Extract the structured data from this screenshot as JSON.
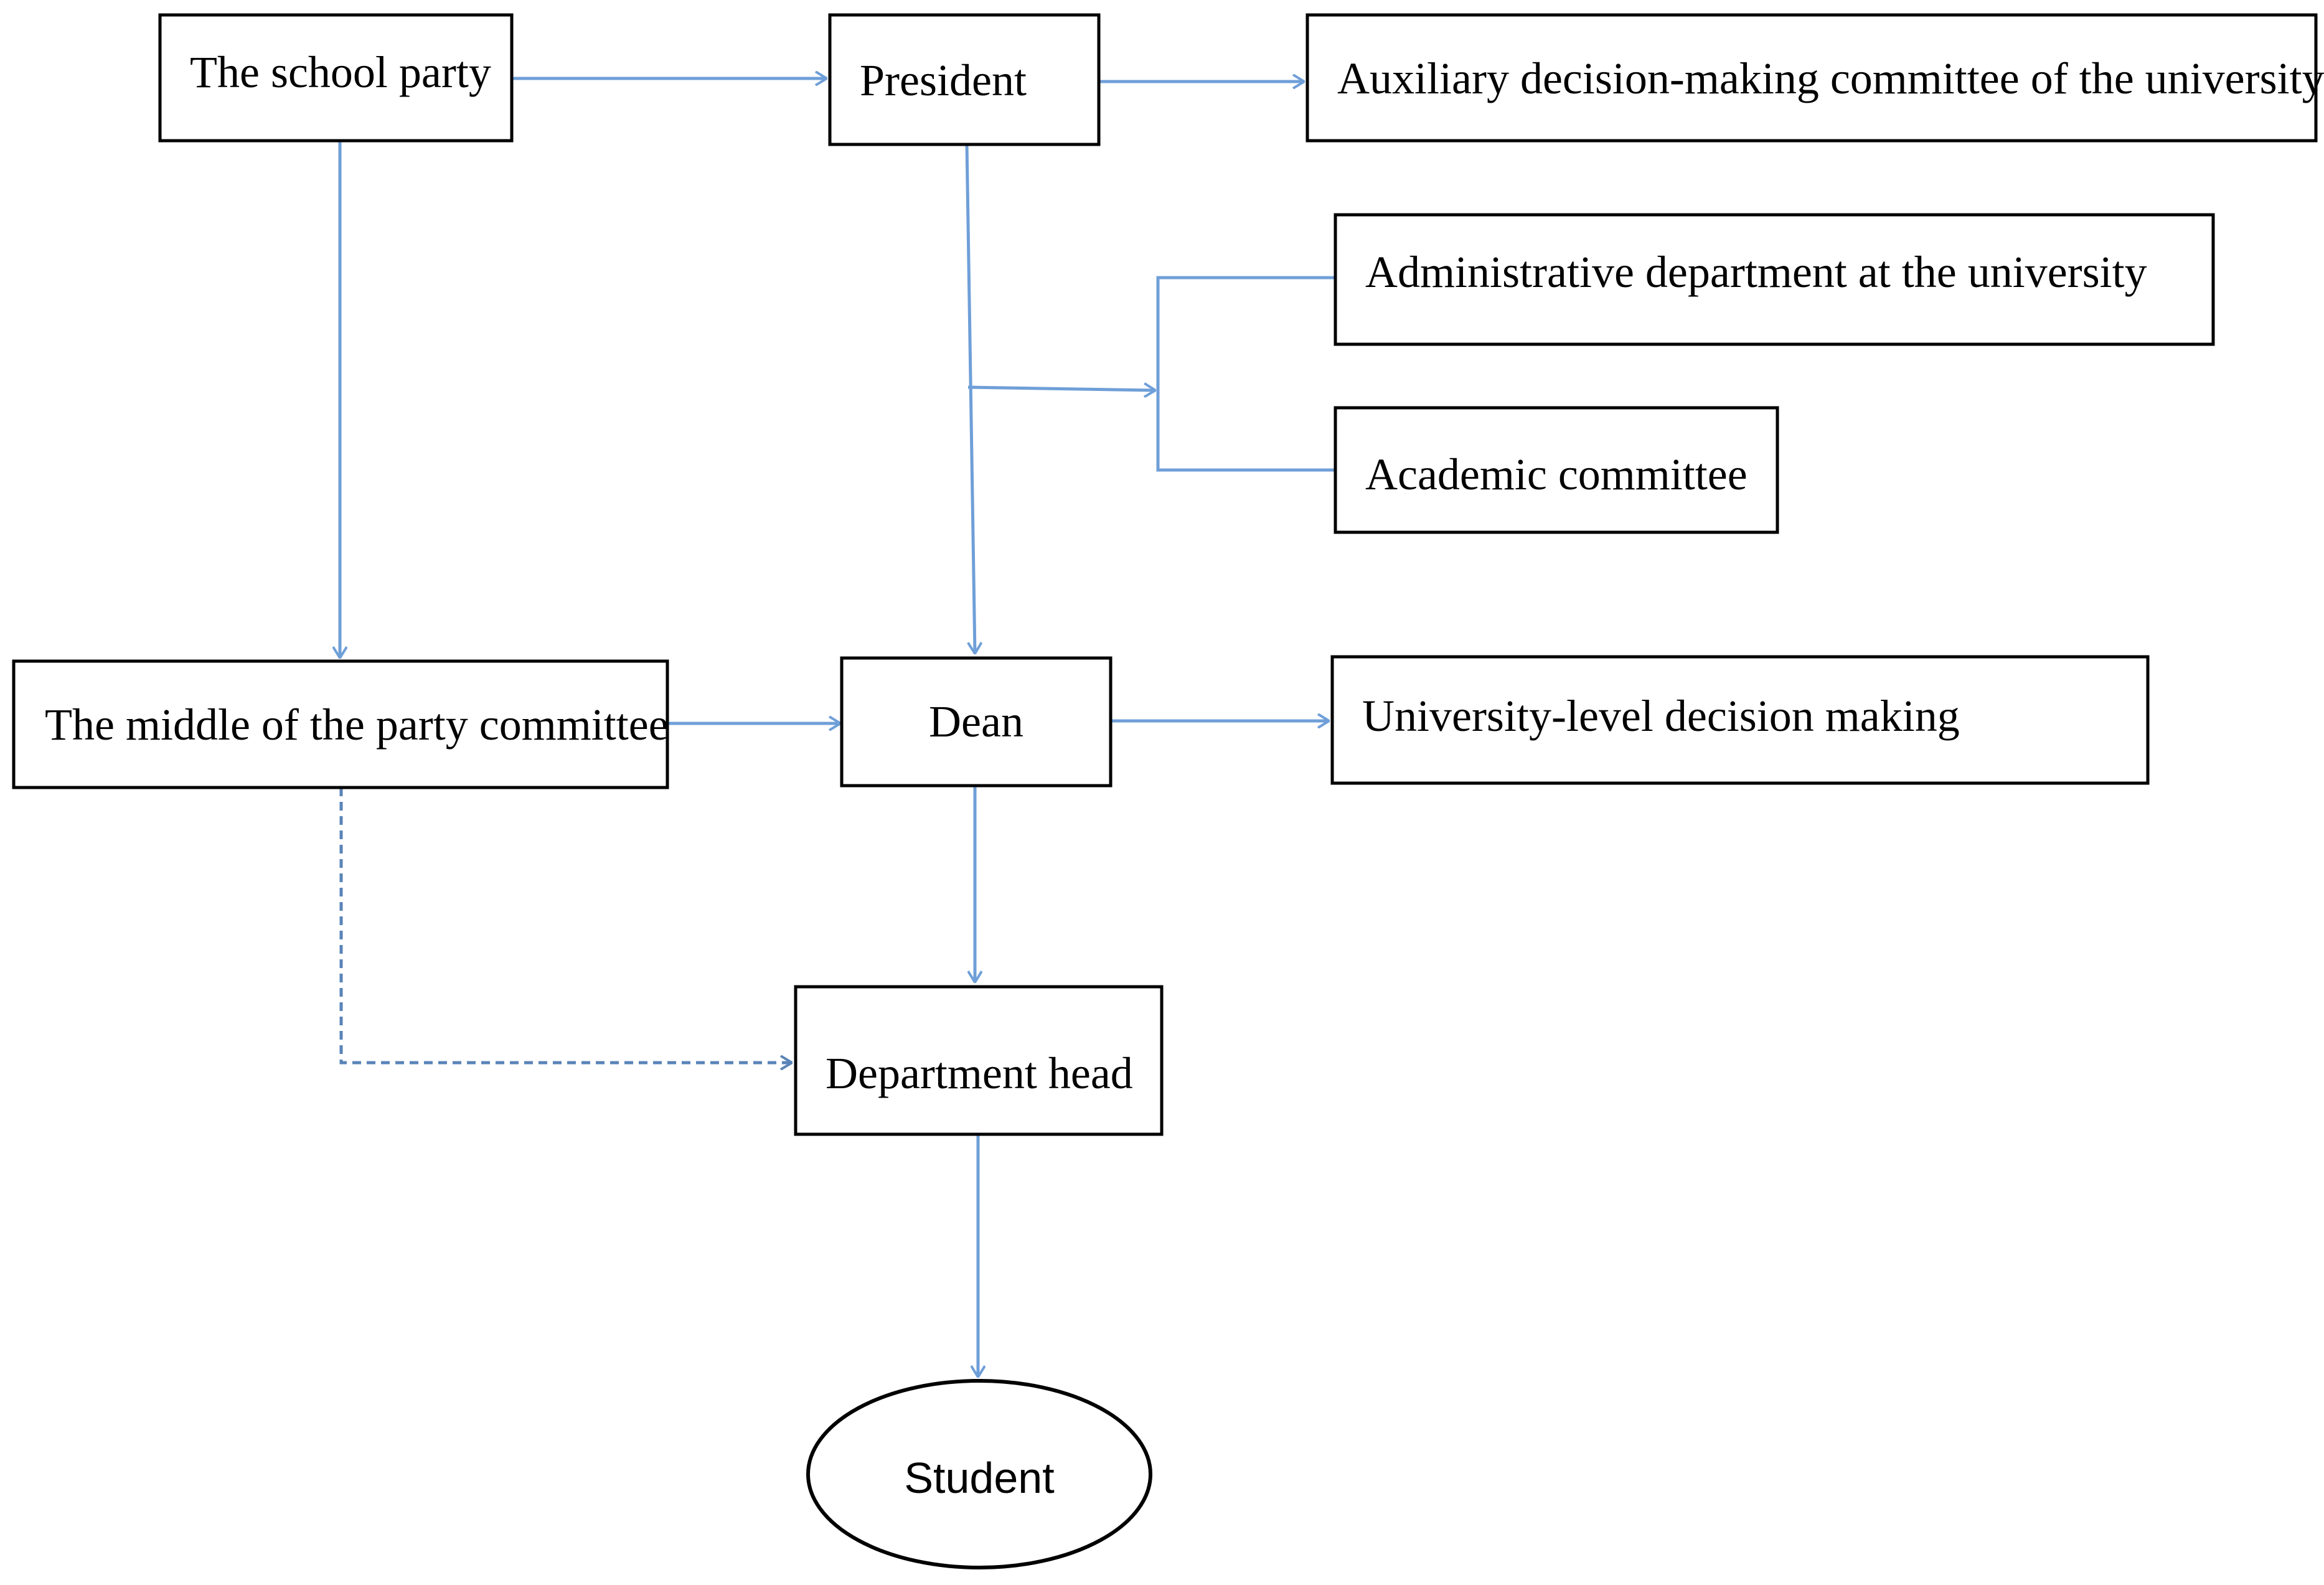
{
  "colors": {
    "edge": "#6f9fd8",
    "edge_dashed": "#5a84b8",
    "box_border": "#000000",
    "background": "#ffffff"
  },
  "nodes": {
    "school_party": "The school party",
    "president": "President",
    "auxiliary_committee": "Auxiliary decision-making committee of the university",
    "administrative_department": "Administrative department at the university",
    "academic_committee": "Academic committee",
    "middle_party_committee": "The middle of the party committee",
    "dean": "Dean",
    "university_level_decision": "University-level decision making",
    "department_head": "Department head",
    "student": "Student"
  }
}
